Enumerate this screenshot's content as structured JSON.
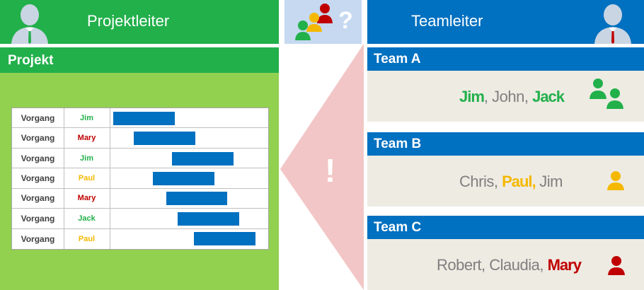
{
  "left": {
    "header_title": "Projektleiter",
    "section_title": "Projekt",
    "gantt_rows": [
      {
        "task": "Vorgang",
        "person": "Jim",
        "color": "#22b04b",
        "start": 0.0,
        "length": 0.42
      },
      {
        "task": "Vorgang",
        "person": "Mary",
        "color": "#c00000",
        "start": 0.14,
        "length": 0.42
      },
      {
        "task": "Vorgang",
        "person": "Jim",
        "color": "#22b04b",
        "start": 0.4,
        "length": 0.42
      },
      {
        "task": "Vorgang",
        "person": "Paul",
        "color": "#f5b800",
        "start": 0.27,
        "length": 0.42
      },
      {
        "task": "Vorgang",
        "person": "Mary",
        "color": "#c00000",
        "start": 0.36,
        "length": 0.42
      },
      {
        "task": "Vorgang",
        "person": "Jack",
        "color": "#22b04b",
        "start": 0.44,
        "length": 0.42
      },
      {
        "task": "Vorgang",
        "person": "Paul",
        "color": "#f5b800",
        "start": 0.55,
        "length": 0.42
      }
    ]
  },
  "middle": {
    "question_mark": "?",
    "exclamation": "!"
  },
  "right": {
    "header_title": "Teamleiter",
    "teams": [
      {
        "name": "Team A",
        "lead": "Jim",
        "sep1": ", John, ",
        "lead2": "Jack",
        "tail": ""
      },
      {
        "name": "Team B",
        "pre": "Chris, ",
        "lead": "Paul,",
        "tail": " Jim"
      },
      {
        "name": "Team C",
        "pre": "Robert, Claudia, ",
        "lead": "Mary",
        "tail": ""
      }
    ]
  },
  "colors": {
    "green": "#22b04b",
    "light_green": "#92d050",
    "blue": "#0070c0",
    "light_blue": "#c6d9f1",
    "beige": "#eeebe3",
    "pink": "#f2c6c6",
    "yellow": "#f5b800",
    "red": "#c00000"
  }
}
